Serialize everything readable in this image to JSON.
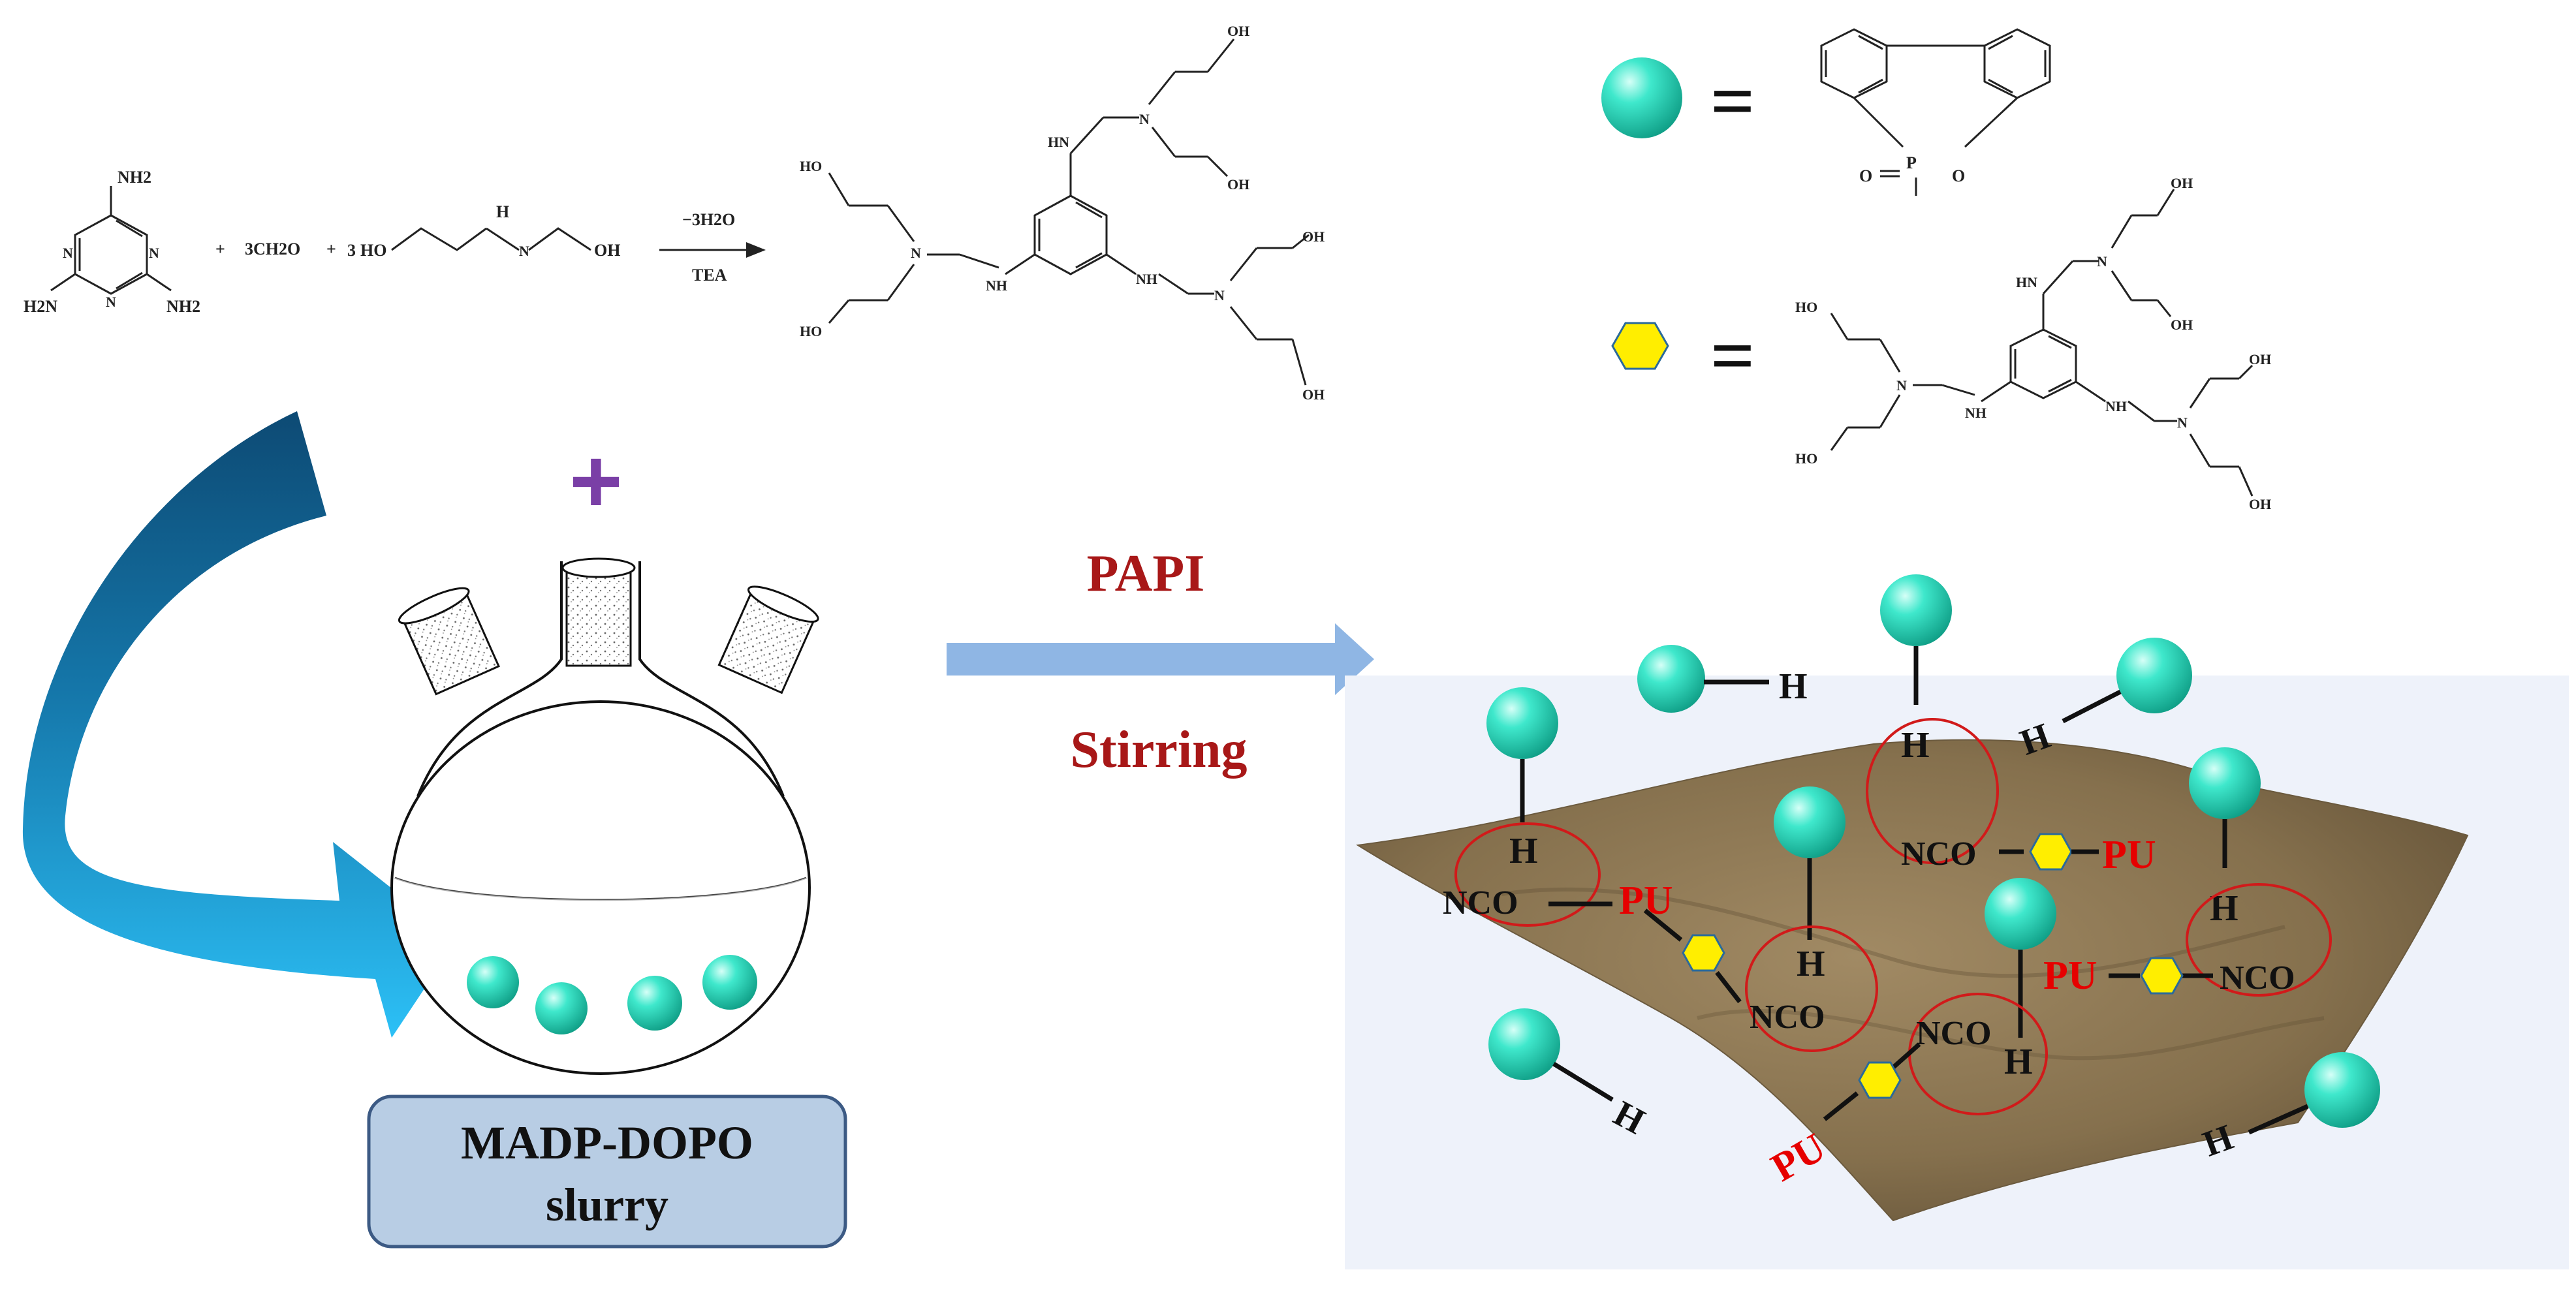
{
  "reaction": {
    "reactant1": {
      "nh2_top": "NH2",
      "nh2_left": "H2N",
      "nh2_right": "NH2",
      "ring_n": "N"
    },
    "plus1": "+",
    "formaldehyde": "3CH2O",
    "plus2": "+",
    "diethanolamine": {
      "coef": "3",
      "ho": "HO",
      "nh": "H",
      "n": "N",
      "oh": "OH"
    },
    "arrow_top": "−3H2O",
    "arrow_bottom": "TEA",
    "product": {
      "oh": "OH",
      "ho": "HO",
      "hn": "HN",
      "nh": "NH",
      "n": "N"
    }
  },
  "legend": {
    "sphere_equals": "=",
    "dopo": {
      "o_left": "O",
      "p": "P",
      "o_right": "O"
    },
    "hexagon_equals": "=",
    "madp": {
      "oh": "OH",
      "ho": "HO",
      "hn": "HN",
      "nh": "NH",
      "n": "N"
    }
  },
  "plus_sign": "+",
  "flask_label_line1": "MADP-DOPO",
  "flask_label_line2": "slurry",
  "arrow_label_top": "PAPI",
  "arrow_label_bottom": "Stirring",
  "foam": {
    "h": "H",
    "nco": "NCO",
    "pu": "PU"
  },
  "colors": {
    "sphere": "#2fe0c0",
    "hexagon": "#ffee00",
    "curve_arrow_dark": "#0f4f7c",
    "curve_arrow_light": "#27b7f2",
    "purple_plus": "#7a3fa6",
    "label_box_fill": "#b8cde4",
    "label_box_stroke": "#3c5a84",
    "arrow_blue": "#8fb6e4",
    "foam_panel": "#eef2fa",
    "surface": "#806a48",
    "red_label": "#a81818",
    "pu_red": "#e60000"
  }
}
